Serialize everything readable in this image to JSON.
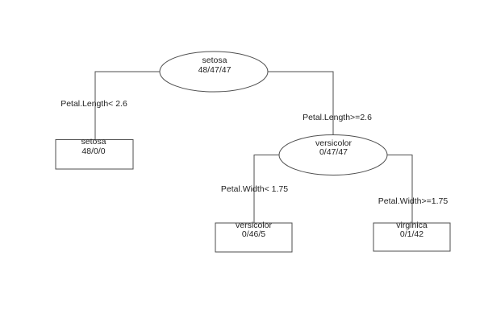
{
  "figure": {
    "type": "decision-tree-plot",
    "background_color": "#ffffff",
    "stroke_color": "#4d4d4d",
    "text_color": "#1f1f1f"
  },
  "tree": {
    "nodes": [
      {
        "id": "root",
        "shape": "ellipse",
        "label": "setosa",
        "counts": "48/47/47"
      },
      {
        "id": "leaf-setosa",
        "shape": "rect",
        "label": "setosa",
        "counts": "48/0/0"
      },
      {
        "id": "node-versicolor",
        "shape": "ellipse",
        "label": "versicolor",
        "counts": "0/47/47"
      },
      {
        "id": "leaf-versicolor",
        "shape": "rect",
        "label": "versicolor",
        "counts": "0/46/5"
      },
      {
        "id": "leaf-virginica",
        "shape": "rect",
        "label": "virginica",
        "counts": "0/1/42"
      }
    ],
    "edges": [
      {
        "from": "root",
        "to": "leaf-setosa",
        "label": "Petal.Length< 2.6"
      },
      {
        "from": "root",
        "to": "node-versicolor",
        "label": "Petal.Length>=2.6"
      },
      {
        "from": "node-versicolor",
        "to": "leaf-versicolor",
        "label": "Petal.Width< 1.75"
      },
      {
        "from": "node-versicolor",
        "to": "leaf-virginica",
        "label": "Petal.Width>=1.75"
      }
    ]
  }
}
